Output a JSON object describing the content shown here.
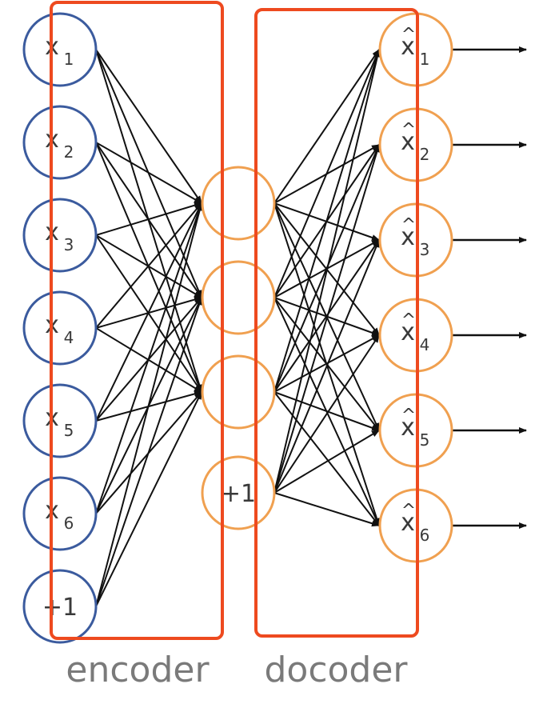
{
  "colors": {
    "input_node": "#3b5b9e",
    "output_node": "#f0a050",
    "hidden_node": "#f0a050",
    "edge": "#111111",
    "box": "#ee4a1f",
    "caption": "#7a7a7a"
  },
  "input_nodes": [
    {
      "base": "x",
      "sub": "1"
    },
    {
      "base": "x",
      "sub": "2"
    },
    {
      "base": "x",
      "sub": "3"
    },
    {
      "base": "x",
      "sub": "4"
    },
    {
      "base": "x",
      "sub": "5"
    },
    {
      "base": "x",
      "sub": "6"
    },
    {
      "label": "+1"
    }
  ],
  "hidden_nodes": [
    {
      "label": ""
    },
    {
      "label": ""
    },
    {
      "label": ""
    },
    {
      "label": "+1"
    }
  ],
  "output_nodes": [
    {
      "base": "x",
      "sub": "1",
      "hat": "^"
    },
    {
      "base": "x",
      "sub": "2",
      "hat": "^"
    },
    {
      "base": "x",
      "sub": "3",
      "hat": "^"
    },
    {
      "base": "x",
      "sub": "4",
      "hat": "^"
    },
    {
      "base": "x",
      "sub": "5",
      "hat": "^"
    },
    {
      "base": "x",
      "sub": "6",
      "hat": "^"
    }
  ],
  "captions": {
    "encoder": "encoder",
    "decoder": "docoder"
  }
}
